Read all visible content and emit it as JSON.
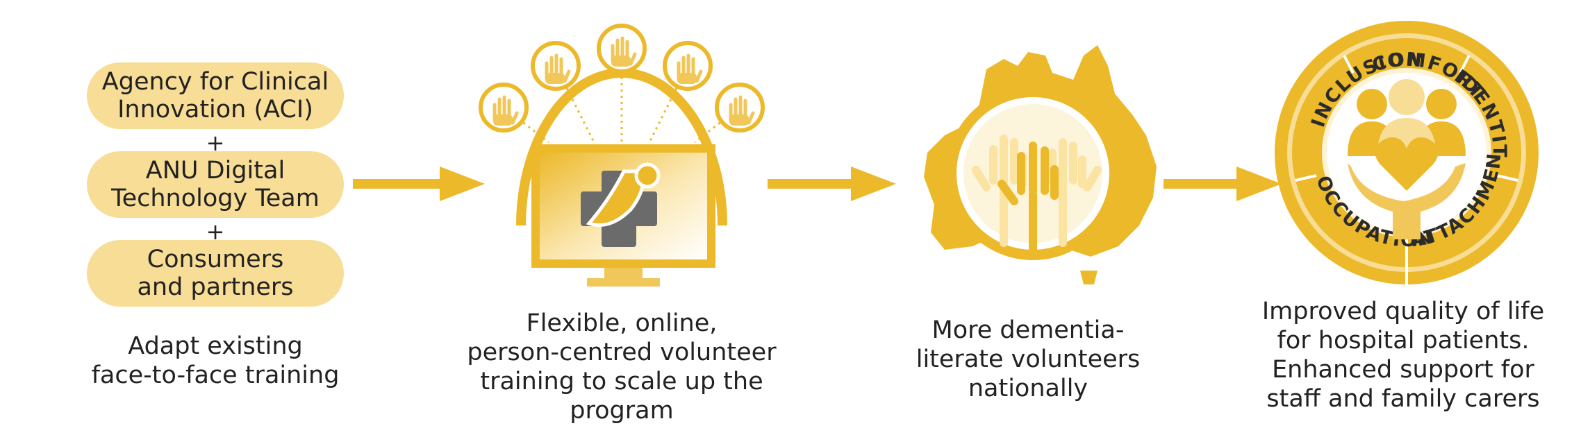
{
  "stage1": {
    "boxes": [
      "Agency for Clinical\nInnovation (ACI)",
      "ANU Digital\nTechnology Team",
      "Consumers\nand partners"
    ],
    "plus": "+",
    "caption_lines": [
      "Adapt existing",
      "face-to-face training"
    ]
  },
  "stage2": {
    "caption_lines": [
      "Flexible, online,",
      "person-centred volunteer",
      "training to scale up the",
      "program"
    ]
  },
  "stage3": {
    "caption_lines": [
      "More dementia-",
      "literate volunteers",
      "nationally"
    ]
  },
  "stage4": {
    "ring_words": [
      "INCLUSION",
      "COMFORT",
      "IDENTITY",
      "ATTACHMENT",
      "OCCUPATION"
    ],
    "caption_lines": [
      "Improved quality of life",
      "for hospital patients.",
      "Enhanced support for",
      "staff and family carers"
    ]
  },
  "icons": {
    "arrow": "right-arrow-icon",
    "monitor": "monitor-icon",
    "hands": "raised-hand-icon",
    "map": "australia-map-icon",
    "badge": "wellbeing-badge-icon"
  },
  "colors": {
    "gold": "#ecb92a",
    "light_gold": "#f8dd96",
    "pale_gold": "#fbecc2",
    "text": "#222222"
  }
}
